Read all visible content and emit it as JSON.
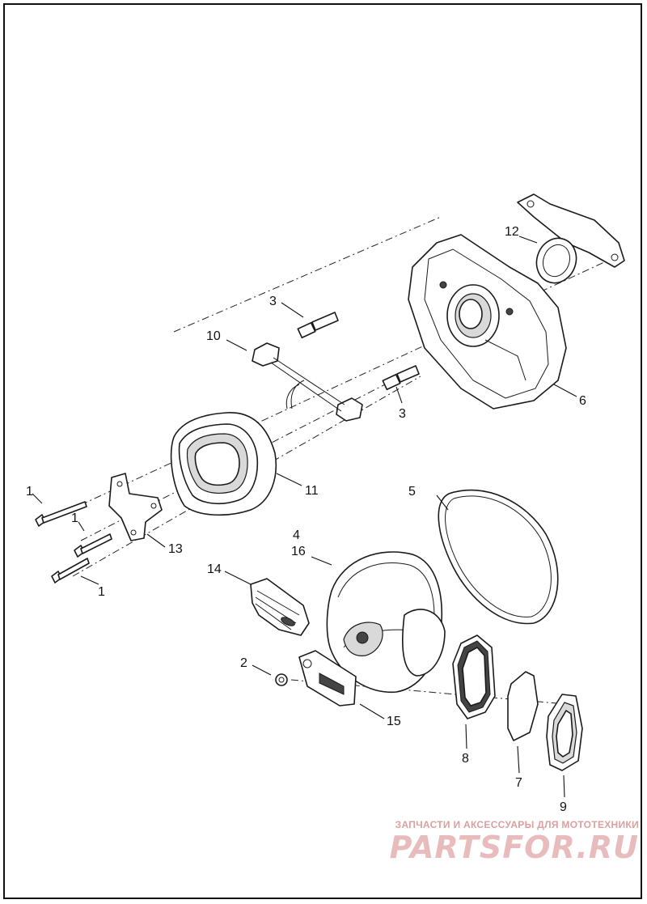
{
  "callouts": {
    "c1a": "1",
    "c1b": "1",
    "c1c": "1",
    "c2": "2",
    "c3a": "3",
    "c3b": "3",
    "c4": "4",
    "c5": "5",
    "c6": "6",
    "c7": "7",
    "c8": "8",
    "c9": "9",
    "c10": "10",
    "c11": "11",
    "c12": "12",
    "c13": "13",
    "c14": "14",
    "c15": "15",
    "c16": "16"
  },
  "watermark": {
    "tagline": "ЗАПЧАСТИ И АКСЕССУАРЫ ДЛЯ МОТОТЕХНИКИ",
    "logo": "PARTSFOR.RU"
  },
  "colors": {
    "line": "#1a1a1a",
    "watermark": "#e8bcbc"
  }
}
